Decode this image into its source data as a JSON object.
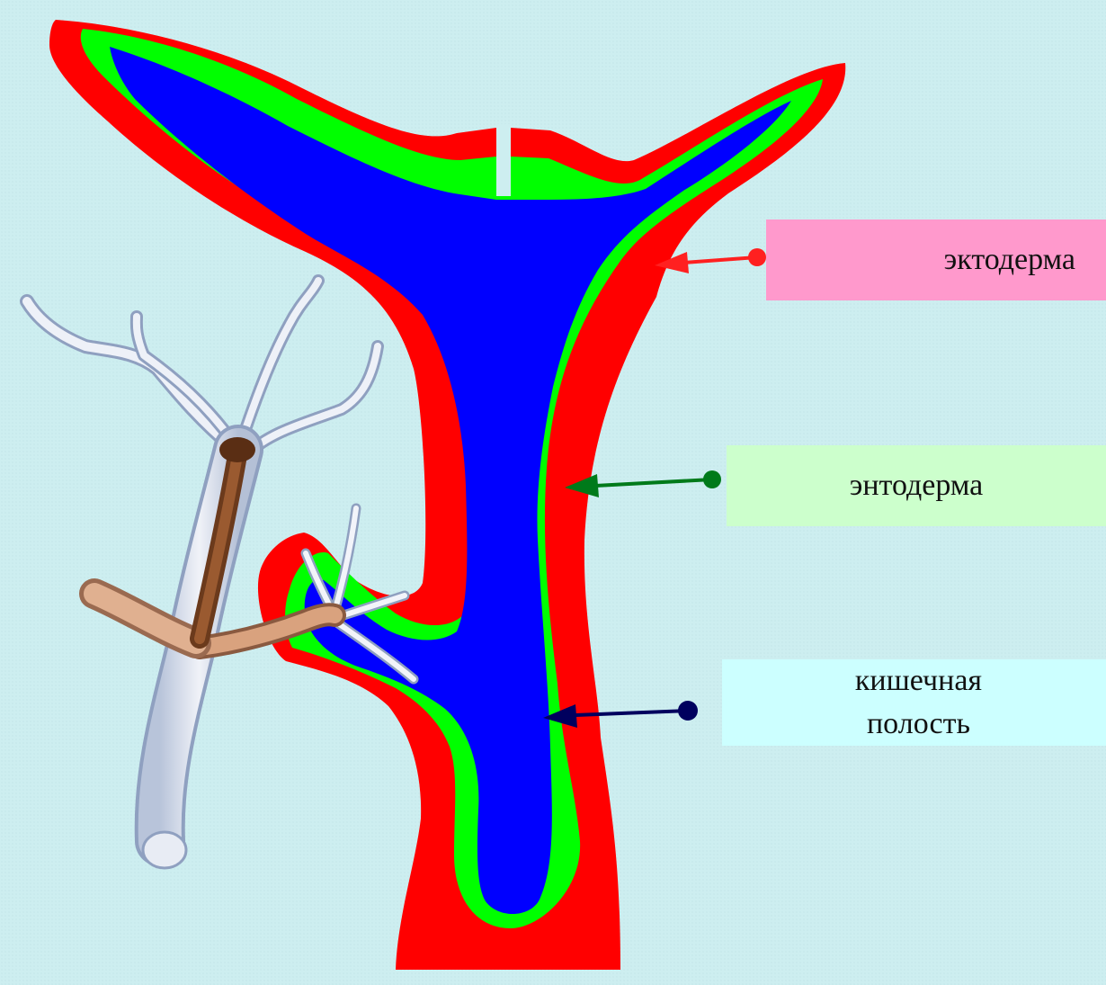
{
  "labels": {
    "ectoderm": "эктодерма",
    "endoderm": "энтодерма",
    "cavity_line1": "кишечная",
    "cavity_line2": "полость"
  },
  "colors": {
    "background": "#cdeef0",
    "ectoderm_layer": "#ff0000",
    "endoderm_layer": "#00ff00",
    "cavity": "#0000ff",
    "ectoderm_box": "#ff99cc",
    "endoderm_box": "#ccffcc",
    "cavity_box": "#ccffff",
    "ectoderm_arrow": "#ff2020",
    "endoderm_arrow": "#007a1a",
    "cavity_arrow": "#00005e"
  },
  "icons": {
    "organism": "hydra-illustration"
  }
}
